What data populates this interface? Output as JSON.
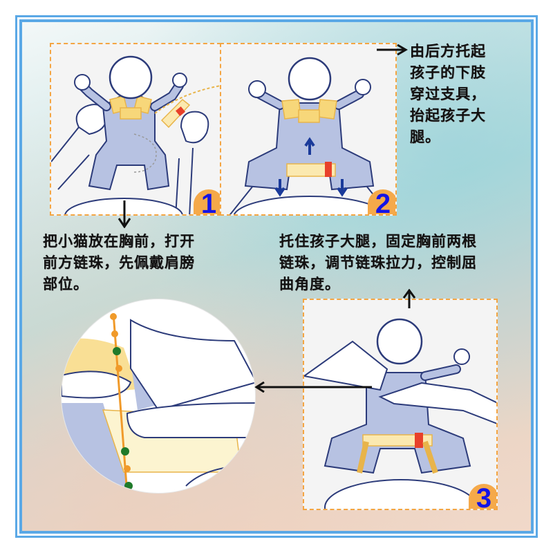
{
  "panels": [
    {
      "id": 1,
      "step_number": "1"
    },
    {
      "id": 2,
      "step_number": "2"
    },
    {
      "id": 3,
      "step_number": "3"
    }
  ],
  "captions": {
    "step2": [
      "由后方托起",
      "孩子的下肢",
      "穿过支具，",
      "抬起孩子大",
      "腿。"
    ],
    "step1": [
      "把小猫放在胸前，打开",
      "前方链珠，先佩戴肩膀",
      "部位。"
    ],
    "step3": [
      "托住孩子大腿，固定胸前两根",
      "链珠，调节链珠拉力，控制屈",
      "曲角度。"
    ]
  },
  "colors": {
    "frame_border": "#5aa8e6",
    "panel_dash": "#f4a542",
    "badge_bg": "#f5a94a",
    "badge_text": "#1414e6",
    "suit_blue": "#b7c2e2",
    "outline_navy": "#2c3b7a",
    "harness_yellow": "#f7d77a",
    "buckle_red": "#e8402a",
    "bead_green": "#1f7a2a",
    "bead_orange": "#f09a2a"
  }
}
